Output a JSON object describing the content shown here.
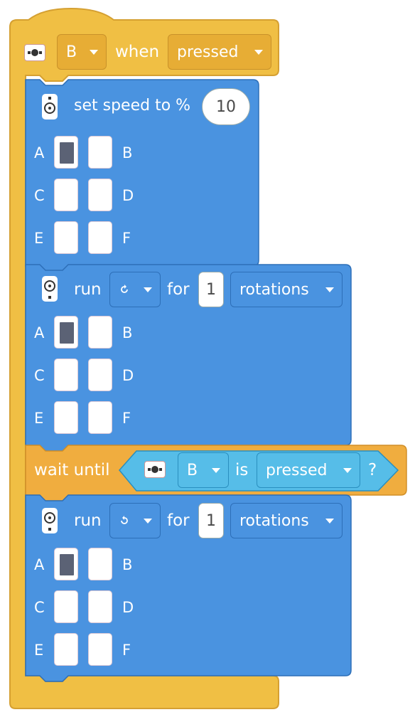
{
  "hat": {
    "port": "B",
    "when_label": "when",
    "event": "pressed"
  },
  "set_speed": {
    "label": "set speed to %",
    "value": "10",
    "ports": [
      {
        "left": "A",
        "right": "B"
      },
      {
        "left": "C",
        "right": "D"
      },
      {
        "left": "E",
        "right": "F"
      }
    ]
  },
  "run1": {
    "run_label": "run",
    "direction_icon": "clockwise-arrow-icon",
    "for_label": "for",
    "amount": "1",
    "unit": "rotations"
  },
  "wait": {
    "label": "wait until",
    "port": "B",
    "is_label": "is",
    "state": "pressed",
    "question": "?"
  },
  "run2": {
    "run_label": "run",
    "direction_icon": "counterclockwise-arrow-icon",
    "for_label": "for",
    "amount": "1",
    "unit": "rotations"
  },
  "colors": {
    "event_yellow": "#f0bf44",
    "motor_blue": "#4a93e0",
    "control_orange": "#f0ad3f",
    "sensor_cyan": "#56bde8",
    "selected_port": "#5b6275"
  }
}
